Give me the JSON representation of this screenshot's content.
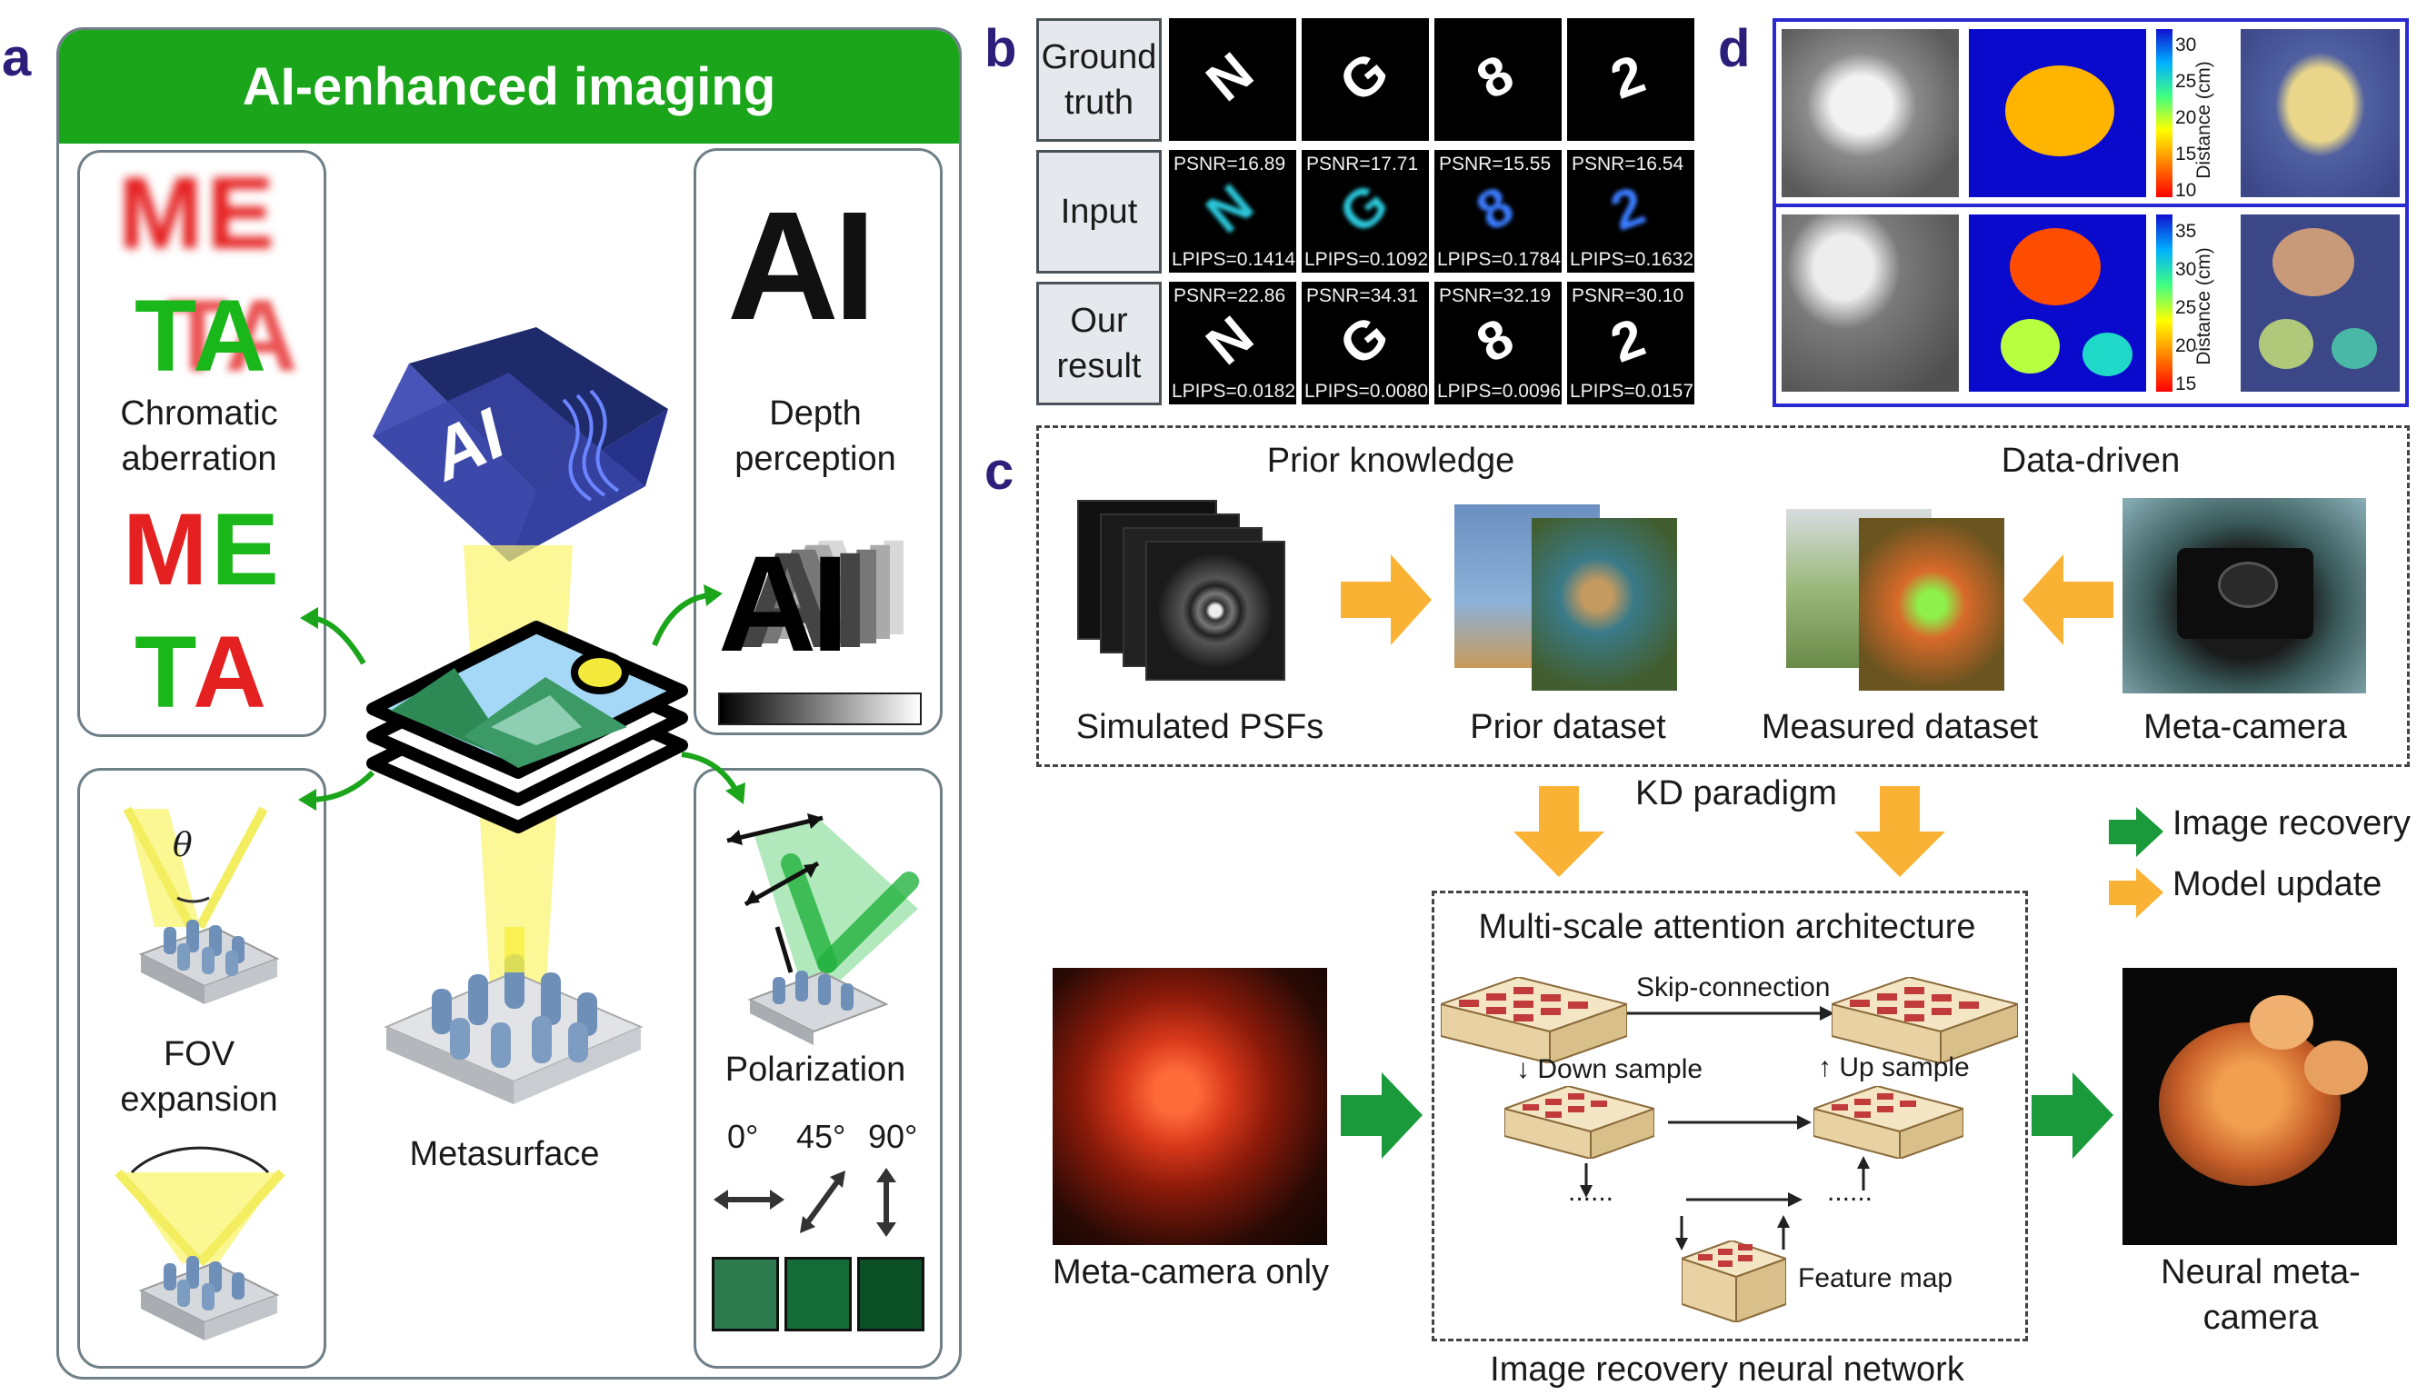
{
  "panel_labels": {
    "a": "a",
    "b": "b",
    "c": "c",
    "d": "d"
  },
  "panel_a": {
    "header": "AI-enhanced imaging",
    "chromatic": {
      "label_line1": "Chromatic",
      "label_line2": "aberration",
      "top_row1": "ME",
      "top_row2": "TA",
      "bottom_row1": "ME",
      "bottom_row2": "TA"
    },
    "depth": {
      "label_line1": "Depth",
      "label_line2": "perception",
      "top_text": "AI",
      "bottom_text": "AI"
    },
    "center": {
      "chip_text": "AI",
      "metasurface_label": "Metasurface"
    },
    "fov": {
      "theta": "θ",
      "label_line1": "FOV",
      "label_line2": "expansion"
    },
    "polarization": {
      "label": "Polarization",
      "angles": [
        "0°",
        "45°",
        "90°"
      ]
    }
  },
  "panel_b": {
    "row_labels": [
      [
        "Ground",
        "truth"
      ],
      [
        "Input"
      ],
      [
        "Our",
        "result"
      ]
    ],
    "input_metrics": [
      {
        "psnr": "PSNR=16.89",
        "lpips": "LPIPS=0.1414"
      },
      {
        "psnr": "PSNR=17.71",
        "lpips": "LPIPS=0.1092"
      },
      {
        "psnr": "PSNR=15.55",
        "lpips": "LPIPS=0.1784"
      },
      {
        "psnr": "PSNR=16.54",
        "lpips": "LPIPS=0.1632"
      }
    ],
    "result_metrics": [
      {
        "psnr": "PSNR=22.86",
        "lpips": "LPIPS=0.0182"
      },
      {
        "psnr": "PSNR=34.31",
        "lpips": "LPIPS=0.0080"
      },
      {
        "psnr": "PSNR=32.19",
        "lpips": "LPIPS=0.0096"
      },
      {
        "psnr": "PSNR=30.10",
        "lpips": "LPIPS=0.0157"
      }
    ]
  },
  "panel_c": {
    "prior_knowledge": "Prior knowledge",
    "data_driven": "Data-driven",
    "simulated_psfs": "Simulated PSFs",
    "prior_dataset": "Prior dataset",
    "measured_dataset": "Measured dataset",
    "meta_camera": "Meta-camera",
    "kd_paradigm": "KD paradigm",
    "legend_recovery": "Image recovery",
    "legend_update": "Model update",
    "architecture_title": "Multi-scale attention architecture",
    "skip_connection": "Skip-connection",
    "down_sample": "Down sample",
    "up_sample": "Up sample",
    "dots": "......",
    "feature_map": "Feature map",
    "meta_camera_only": "Meta-camera only",
    "neural_meta_camera": "Neural meta-camera",
    "network_label": "Image recovery neural network"
  },
  "panel_d": {
    "colorbar_title": "Distance (cm)",
    "top_ticks": [
      "30",
      "25",
      "20",
      "15",
      "10"
    ],
    "bottom_ticks": [
      "35",
      "30",
      "25",
      "20",
      "15"
    ]
  },
  "colors": {
    "green_header": "#1aa51a",
    "green_arrow": "#1a9a3a",
    "orange_arrow": "#f9b233",
    "panel_letter": "#2b1f7a",
    "d_border": "#2a2ad0"
  }
}
